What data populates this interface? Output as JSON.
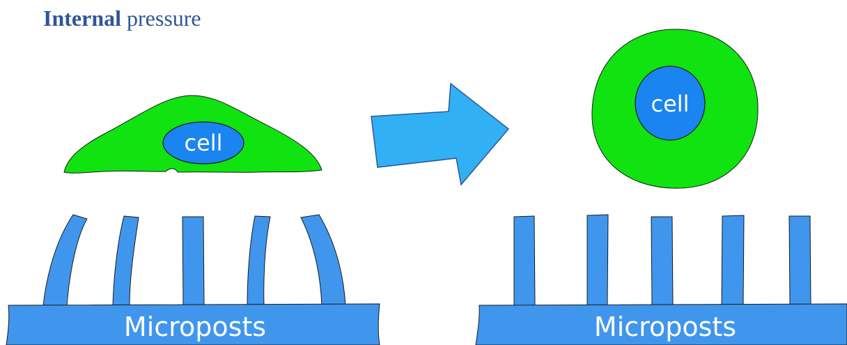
{
  "title": {
    "bold": "Internal",
    "rest": " pressure"
  },
  "cell_label": "cell",
  "base_label": "Microposts",
  "colors": {
    "title": "#2f5597",
    "cytoplasm": "#10e310",
    "nucleus": "#1a84f0",
    "posts": "#4096ec",
    "arrow": "#31b0f5",
    "outline": "#1a1a1a",
    "label": "#ffffff"
  },
  "panels": [
    {
      "state": "spread cell",
      "posts": "bent"
    },
    {
      "state": "rounded cell",
      "posts": "straight"
    }
  ]
}
